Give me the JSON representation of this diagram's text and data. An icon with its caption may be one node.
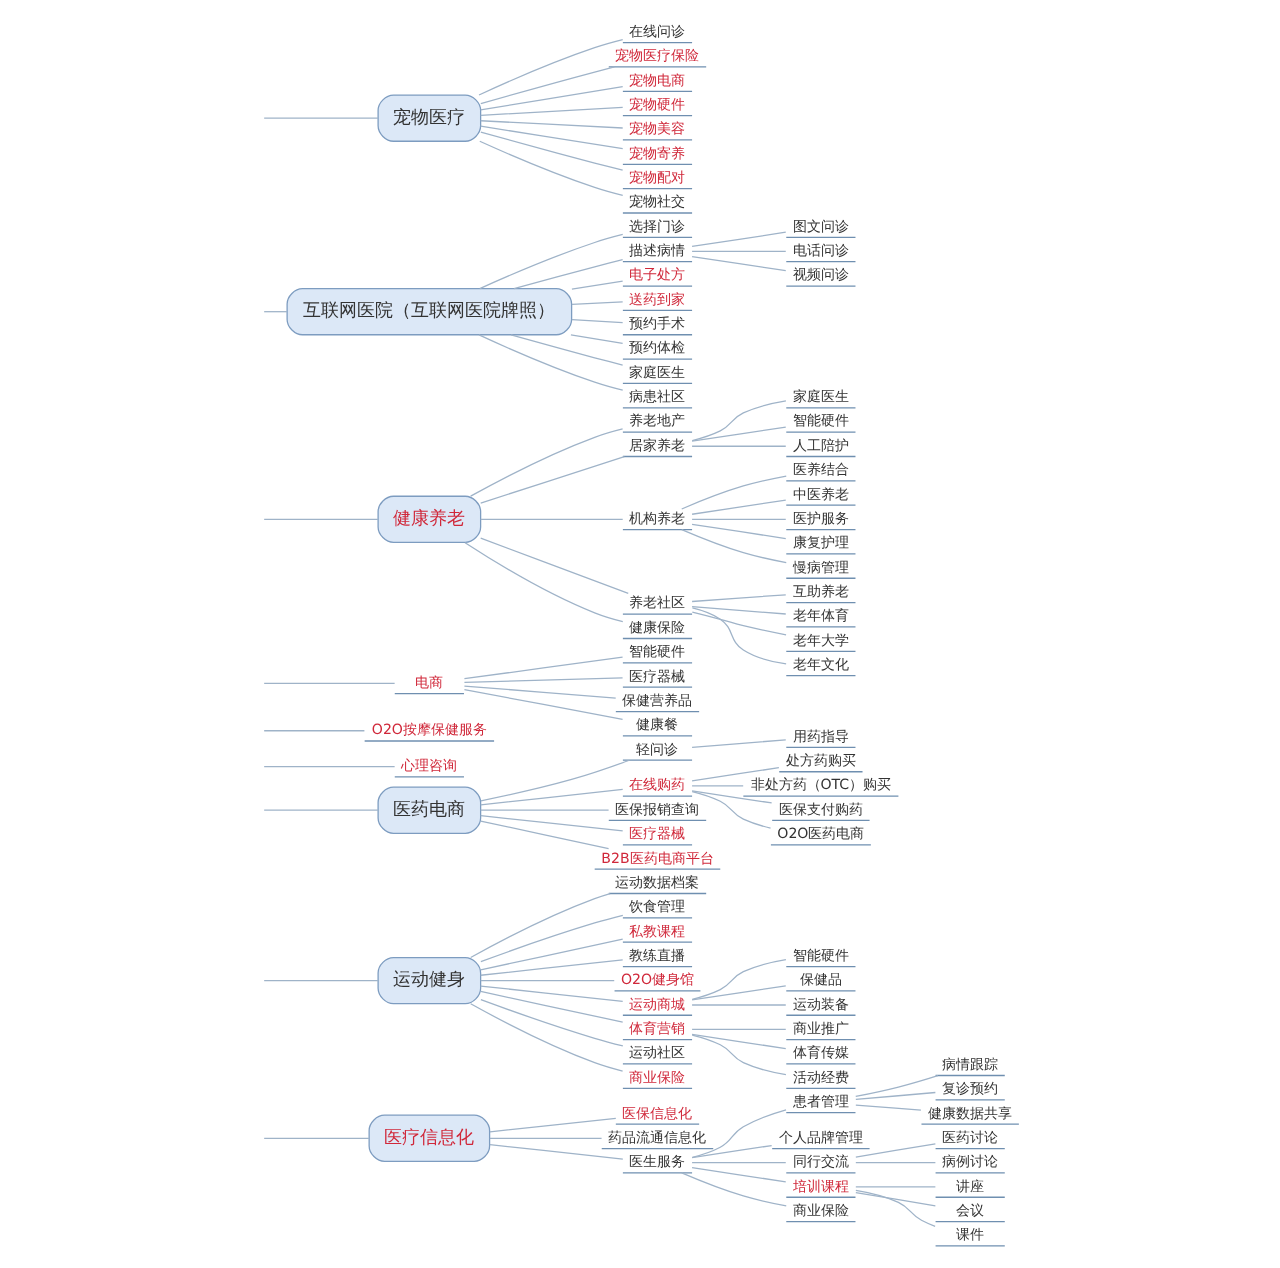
{
  "diagram": {
    "nodes": [
      {
        "text": [
          "医保信息化"
        ]
      },
      {
        "text": [
          "药品流通信息化"
        ]
      },
      {
        "text": [
          "医疗信息化"
        ]
      },
      {
        "text": [
          "患者管理"
        ]
      },
      {
        "text": [
          "病情跟踪"
        ]
      },
      {
        "text": [
          "复诊预约"
        ]
      },
      {
        "text": [
          "健康数据共享"
        ]
      },
      {
        "text": [
          "个人品牌管理"
        ]
      },
      {
        "text": [
          "同行交流"
        ]
      },
      {
        "text": [
          "医药讨论"
        ]
      },
      {
        "text": [
          "病例讨论"
        ]
      },
      {
        "text": [
          "培训课程"
        ]
      },
      {
        "text": [
          "讲座"
        ]
      },
      {
        "text": [
          "会议"
        ]
      },
      {
        "text": [
          "课件"
        ]
      },
      {
        "text": [
          "商业保险"
        ]
      },
      {
        "text": [
          "医生服务"
        ]
      },
      {
        "text": [
          "运动健身"
        ]
      },
      {
        "text": [
          "运动数据档案"
        ]
      },
      {
        "text": [
          "饮食管理"
        ]
      },
      {
        "text": [
          "私教课程"
        ]
      },
      {
        "text": [
          "教练直播"
        ]
      },
      {
        "text": [
          "O2O健身馆"
        ]
      },
      {
        "text": [
          "运动商城"
        ]
      },
      {
        "text": [
          "智能硬件"
        ]
      },
      {
        "text": [
          "保健品"
        ]
      },
      {
        "text": [
          "运动装备"
        ]
      },
      {
        "text": [
          "体育营销"
        ]
      },
      {
        "text": [
          "商业推广"
        ]
      },
      {
        "text": [
          "体育传媒"
        ]
      },
      {
        "text": [
          "活动经费"
        ]
      },
      {
        "text": [
          "运动社区"
        ]
      },
      {
        "text": [
          "商业保险"
        ]
      },
      {
        "text": [
          "医药电商"
        ]
      },
      {
        "text": [
          "轻问诊"
        ]
      },
      {
        "text": [
          "用药指导"
        ]
      },
      {
        "text": [
          "在线购药"
        ]
      },
      {
        "text": [
          "处方药购买"
        ]
      },
      {
        "text": [
          "非处方药（OTC）购买"
        ]
      },
      {
        "text": [
          "医保支付购药"
        ]
      },
      {
        "text": [
          "O2O医药电商"
        ]
      },
      {
        "text": [
          "医保报销查询"
        ]
      },
      {
        "text": [
          "医疗器械"
        ]
      },
      {
        "text": [
          "B2B医药电商平台"
        ]
      },
      {
        "text": [
          "心理咨询"
        ]
      },
      {
        "text": [
          "O2O按摩保健服务"
        ]
      },
      {
        "text": [
          "电商"
        ]
      },
      {
        "text": [
          "智能硬件"
        ]
      },
      {
        "text": [
          "医疗器械"
        ]
      },
      {
        "text": [
          "保健营养品"
        ]
      },
      {
        "text": [
          "健康餐"
        ]
      },
      {
        "text": [
          "健康养老"
        ]
      },
      {
        "text": [
          "养老地产"
        ]
      },
      {
        "text": [
          "居家养老"
        ]
      },
      {
        "text": [
          "家庭医生"
        ]
      },
      {
        "text": [
          "智能硬件"
        ]
      },
      {
        "text": [
          "人工陪护"
        ]
      },
      {
        "text": [
          "机构养老"
        ]
      },
      {
        "text": [
          "医养结合"
        ]
      },
      {
        "text": [
          "中医养老"
        ]
      },
      {
        "text": [
          "医护服务"
        ]
      },
      {
        "text": [
          "康复护理"
        ]
      },
      {
        "text": [
          "慢病管理"
        ]
      },
      {
        "text": [
          "养老社区"
        ]
      },
      {
        "text": [
          "互助养老"
        ]
      },
      {
        "text": [
          "老年体育"
        ]
      },
      {
        "text": [
          "老年大学"
        ]
      },
      {
        "text": [
          "老年文化"
        ]
      },
      {
        "text": [
          "健康保险"
        ]
      },
      {
        "text": [
          "互联网医院（互联网医院牌照）"
        ]
      },
      {
        "text": [
          "选择门诊"
        ]
      },
      {
        "text": [
          "描述病情"
        ]
      },
      {
        "text": [
          "图文问诊"
        ]
      },
      {
        "text": [
          "电话问诊"
        ]
      },
      {
        "text": [
          "视频问诊"
        ]
      },
      {
        "text": [
          "电子处方"
        ]
      },
      {
        "text": [
          "送药到家"
        ]
      },
      {
        "text": [
          "预约手术"
        ]
      },
      {
        "text": [
          "预约体检"
        ]
      },
      {
        "text": [
          "家庭医生"
        ]
      },
      {
        "text": [
          "病患社区"
        ]
      },
      {
        "text": [
          "宠物医疗"
        ]
      },
      {
        "text": [
          "在线问诊"
        ]
      },
      {
        "text": [
          "宠物医疗保险"
        ]
      },
      {
        "text": [
          "宠物电商"
        ]
      },
      {
        "text": [
          "宠物硬件"
        ]
      },
      {
        "text": [
          "宠物美容"
        ]
      },
      {
        "text": [
          "宠物寄养"
        ]
      },
      {
        "text": [
          "宠物配对"
        ]
      },
      {
        "text": [
          "宠物社交"
        ]
      }
    ],
    "edges": [
      {
        "from": null,
        "to": 2,
        "arrow": "none"
      },
      {
        "from": 2,
        "to": 0,
        "arrow": "none"
      },
      {
        "from": 2,
        "to": 1,
        "arrow": "none"
      },
      {
        "from": 2,
        "to": 16,
        "arrow": "none"
      },
      {
        "from": 16,
        "to": 3,
        "arrow": "none"
      },
      {
        "from": 3,
        "to": 4,
        "arrow": "none"
      },
      {
        "from": 3,
        "to": 5,
        "arrow": "none"
      },
      {
        "from": 3,
        "to": 6,
        "arrow": "none"
      },
      {
        "from": 16,
        "to": 7,
        "arrow": "none"
      },
      {
        "from": 16,
        "to": 8,
        "arrow": "none"
      },
      {
        "from": 8,
        "to": 9,
        "arrow": "none"
      },
      {
        "from": 8,
        "to": 10,
        "arrow": "none"
      },
      {
        "from": 16,
        "to": 11,
        "arrow": "none"
      },
      {
        "from": 11,
        "to": 12,
        "arrow": "none"
      },
      {
        "from": 11,
        "to": 13,
        "arrow": "none"
      },
      {
        "from": 11,
        "to": 14,
        "arrow": "none"
      },
      {
        "from": 16,
        "to": 15,
        "arrow": "none"
      },
      {
        "from": null,
        "to": 17,
        "arrow": "none"
      },
      {
        "from": 17,
        "to": 18,
        "arrow": "none"
      },
      {
        "from": 17,
        "to": 19,
        "arrow": "none"
      },
      {
        "from": 17,
        "to": 20,
        "arrow": "none"
      },
      {
        "from": 17,
        "to": 21,
        "arrow": "none"
      },
      {
        "from": 17,
        "to": 22,
        "arrow": "none"
      },
      {
        "from": 17,
        "to": 23,
        "arrow": "none"
      },
      {
        "from": 23,
        "to": 24,
        "arrow": "none"
      },
      {
        "from": 23,
        "to": 25,
        "arrow": "none"
      },
      {
        "from": 23,
        "to": 26,
        "arrow": "none"
      },
      {
        "from": 17,
        "to": 27,
        "arrow": "none"
      },
      {
        "from": 27,
        "to": 28,
        "arrow": "none"
      },
      {
        "from": 27,
        "to": 29,
        "arrow": "none"
      },
      {
        "from": 27,
        "to": 30,
        "arrow": "none"
      },
      {
        "from": 17,
        "to": 31,
        "arrow": "none"
      },
      {
        "from": 17,
        "to": 32,
        "arrow": "none"
      },
      {
        "from": null,
        "to": 33,
        "arrow": "none"
      },
      {
        "from": 33,
        "to": 34,
        "arrow": "none"
      },
      {
        "from": 34,
        "to": 35,
        "arrow": "none"
      },
      {
        "from": 33,
        "to": 36,
        "arrow": "none"
      },
      {
        "from": 36,
        "to": 37,
        "arrow": "none"
      },
      {
        "from": 36,
        "to": 38,
        "arrow": "none"
      },
      {
        "from": 36,
        "to": 39,
        "arrow": "none"
      },
      {
        "from": 36,
        "to": 40,
        "arrow": "none"
      },
      {
        "from": 33,
        "to": 41,
        "arrow": "none"
      },
      {
        "from": 33,
        "to": 42,
        "arrow": "none"
      },
      {
        "from": 33,
        "to": 43,
        "arrow": "none"
      },
      {
        "from": null,
        "to": 44,
        "arrow": "none"
      },
      {
        "from": null,
        "to": 45,
        "arrow": "none"
      },
      {
        "from": null,
        "to": 46,
        "arrow": "none"
      },
      {
        "from": 46,
        "to": 47,
        "arrow": "none"
      },
      {
        "from": 46,
        "to": 48,
        "arrow": "none"
      },
      {
        "from": 46,
        "to": 49,
        "arrow": "none"
      },
      {
        "from": 46,
        "to": 50,
        "arrow": "none"
      },
      {
        "from": null,
        "to": 51,
        "arrow": "none"
      },
      {
        "from": 51,
        "to": 52,
        "arrow": "none"
      },
      {
        "from": 51,
        "to": 53,
        "arrow": "none"
      },
      {
        "from": 53,
        "to": 54,
        "arrow": "none"
      },
      {
        "from": 53,
        "to": 55,
        "arrow": "none"
      },
      {
        "from": 53,
        "to": 56,
        "arrow": "none"
      },
      {
        "from": 51,
        "to": 57,
        "arrow": "none"
      },
      {
        "from": 57,
        "to": 58,
        "arrow": "none"
      },
      {
        "from": 57,
        "to": 59,
        "arrow": "none"
      },
      {
        "from": 57,
        "to": 60,
        "arrow": "none"
      },
      {
        "from": 57,
        "to": 61,
        "arrow": "none"
      },
      {
        "from": 57,
        "to": 62,
        "arrow": "none"
      },
      {
        "from": 51,
        "to": 63,
        "arrow": "none"
      },
      {
        "from": 63,
        "to": 64,
        "arrow": "none"
      },
      {
        "from": 63,
        "to": 65,
        "arrow": "none"
      },
      {
        "from": 63,
        "to": 66,
        "arrow": "none"
      },
      {
        "from": 63,
        "to": 67,
        "arrow": "none"
      },
      {
        "from": 51,
        "to": 68,
        "arrow": "none"
      },
      {
        "from": null,
        "to": 69,
        "arrow": "none"
      },
      {
        "from": 69,
        "to": 70,
        "arrow": "none"
      },
      {
        "from": 69,
        "to": 71,
        "arrow": "none"
      },
      {
        "from": 71,
        "to": 72,
        "arrow": "none"
      },
      {
        "from": 71,
        "to": 73,
        "arrow": "none"
      },
      {
        "from": 71,
        "to": 74,
        "arrow": "none"
      },
      {
        "from": 69,
        "to": 75,
        "arrow": "none"
      },
      {
        "from": 69,
        "to": 76,
        "arrow": "none"
      },
      {
        "from": 69,
        "to": 77,
        "arrow": "none"
      },
      {
        "from": 69,
        "to": 78,
        "arrow": "none"
      },
      {
        "from": 69,
        "to": 79,
        "arrow": "none"
      },
      {
        "from": 69,
        "to": 80,
        "arrow": "none"
      },
      {
        "from": null,
        "to": 81,
        "arrow": "none"
      },
      {
        "from": 81,
        "to": 82,
        "arrow": "none"
      },
      {
        "from": 81,
        "to": 83,
        "arrow": "none"
      },
      {
        "from": 81,
        "to": 84,
        "arrow": "none"
      },
      {
        "from": 81,
        "to": 85,
        "arrow": "none"
      },
      {
        "from": 81,
        "to": 86,
        "arrow": "none"
      },
      {
        "from": 81,
        "to": 87,
        "arrow": "none"
      },
      {
        "from": 81,
        "to": 88,
        "arrow": "none"
      },
      {
        "from": 81,
        "to": 89,
        "arrow": "none"
      }
    ]
  }
}
